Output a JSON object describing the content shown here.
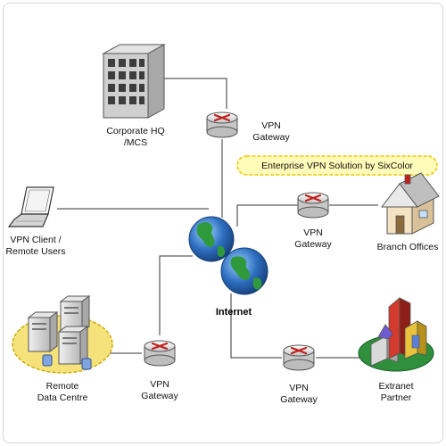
{
  "nodes": {
    "corporate_hq": {
      "line1": "Corporate HQ",
      "line2": "/MCS"
    },
    "vpn_client": {
      "line1": "VPN Client /",
      "line2": "Remote Users"
    },
    "remote_dc": {
      "line1": "Remote",
      "line2": "Data Centre"
    },
    "branch": {
      "label": "Branch Offices"
    },
    "extranet": {
      "line1": "Extranet",
      "line2": "Partner"
    },
    "internet": {
      "label": "Internet"
    }
  },
  "gateways": {
    "top": {
      "line1": "VPN",
      "line2": "Gateway"
    },
    "right": {
      "line1": "VPN",
      "line2": "Gateway"
    },
    "bottom_left": {
      "line1": "VPN",
      "line2": "Gateway"
    },
    "bottom_right": {
      "line1": "VPN",
      "line2": "Gateway"
    }
  },
  "banner": {
    "text": "Enterprise VPN Solution by SixColor"
  },
  "colors": {
    "banner_fill": "#fffbb8",
    "banner_border": "#f3c400",
    "link": "#333333",
    "router_arrow": "#c0201c",
    "globe_ocean": "#2e6fc0",
    "globe_land": "#2f9a3c",
    "building": "#c9c9c9",
    "house_wall": "#f4e3c2",
    "server_base": "#f6e27a"
  }
}
